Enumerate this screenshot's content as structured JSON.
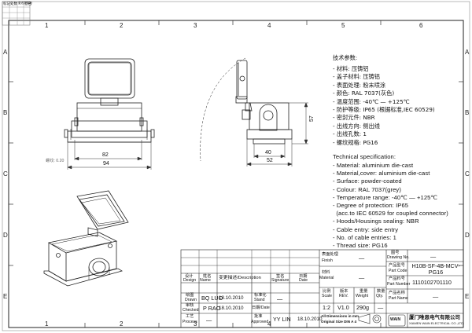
{
  "sheet": {
    "columns": [
      "1",
      "2",
      "3",
      "4",
      "5",
      "6"
    ],
    "rows": [
      "A",
      "B",
      "C",
      "D",
      "E"
    ],
    "corner_stamp": [
      "标记",
      "处数",
      "更改文件号",
      "签名"
    ]
  },
  "spec_cn": {
    "heading": "技术参数:",
    "items": [
      "- 材料: 压铸铝",
      "- 盖子材料: 压铸铝",
      "- 表面处理: 粉末喷涂",
      "- 颜色: RAL 7037(灰色)",
      "- 温度范围: -40℃ — +125℃",
      "- 防护等级: IP65 (根据标准,IEC 60529)",
      "- 密封元件: NBR",
      "- 出线方向: 侧出线",
      "- 出线孔数: 1",
      "- 螺纹规格: PG16"
    ]
  },
  "spec_en": {
    "heading": "Technical specification:",
    "items": [
      "- Material: aluminium die-cast",
      "- Material,cover: aluminium die-cast",
      "- Surface: powder-coated",
      "- Colour: RAL 7037(grey)",
      "- Temperature range: -40℃ — +125℃",
      "- Degree of protection: IP65",
      "  (acc.to IEC 60529 for coupled connector)",
      "- Hoods/Housings sealing: NBR",
      "- Cable entry: side entry",
      "- No. of cable entries: 1",
      "- Thread size: PG16"
    ]
  },
  "dimensions": {
    "d82": "82",
    "d94": "94",
    "d40": "40",
    "d52": "52",
    "d57": "57",
    "side_note": "螺纹: 0.20"
  },
  "title_block": {
    "finish_label": "表面处理",
    "finish_label_en": "Finish",
    "finish_value": "—",
    "material_label": "材料",
    "material_label_en": "Material",
    "material_value": "—",
    "drawing_no_label": "图号",
    "drawing_no_label_en": "Drawing No.",
    "drawing_no_value": "—",
    "part_code_label": "产品型号",
    "part_code_label_en": "Part Code",
    "part_code_value": "H10B-SF-4B-MCV-PG16",
    "part_number_label": "产品料号",
    "part_number_label_en": "Part Number",
    "part_number_value": "1110102701110",
    "part_name_label": "产品名称",
    "part_name_label_en": "Part Name",
    "part_name_value": "—",
    "hdr_design": "设计",
    "hdr_design_en": "Design",
    "hdr_name": "姓名",
    "hdr_name_en": "Name",
    "hdr_desc": "变更描述/Description",
    "hdr_sig": "签名",
    "hdr_sig_en": "Signature",
    "hdr_date": "日期",
    "hdr_date_en": "Date",
    "drawn_label": "绘图",
    "drawn_label_en": "Drawn",
    "drawn_name": "BQ LUO",
    "drawn_date": "18.10.2010",
    "checked_label": "审核",
    "checked_label_en": "Checked",
    "checked_name": "P RAO",
    "checked_date": "18.10.2010",
    "process_label": "工艺",
    "process_label_en": "Process",
    "process_name": "—",
    "stand_label": "标准化",
    "stand_label_en": "Stand",
    "stand_value": "—",
    "approved_label": "批准",
    "approved_label_en": "Approved",
    "approved_name": "YY LIN",
    "approved_date": "18.10.2010",
    "dates_label": "日期/Date",
    "scale_label": "比例",
    "scale_label_en": "Scale",
    "scale_value": "1:2",
    "rev_label": "版本",
    "rev_label_en": "REV.",
    "rev_value": "V1.0",
    "weight_label": "重量",
    "weight_label_en": "Weight",
    "weight_value": "290g",
    "qty_label": "数量",
    "qty_label_en": "Qty.",
    "qty_value": "—",
    "note1": "All Dimensions in mm",
    "note2": "Original Size DIN A 4",
    "company_cn": "厦门唯恩电气有限公司",
    "company_en": "XIAMEN WAIN ELECTRICAL CO.,LTD.",
    "logo_text": "WAIN"
  }
}
